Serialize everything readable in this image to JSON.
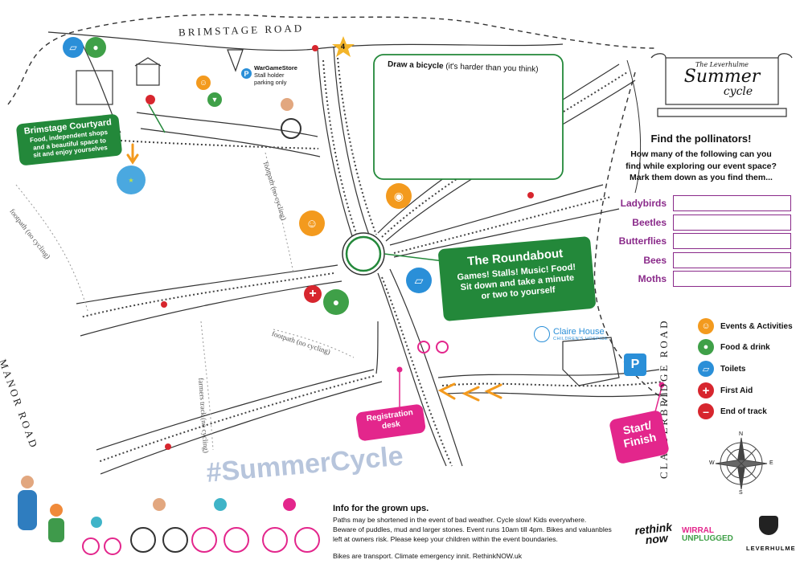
{
  "roads": {
    "brimstage": "BRIMSTAGE ROAD",
    "manor": "MANOR ROAD",
    "clatterbridge": "CLATTERBRIDGE ROAD"
  },
  "paths": {
    "footpath_no_cycling": "footpath (no cycling)",
    "farmers_track": "farmers track (no cycling)"
  },
  "places": {
    "wargamestore": "WarGameStore",
    "stall_parking_line1": "Stall holder",
    "stall_parking_line2": "parking only",
    "claire_house": "Claire House",
    "claire_house_sub": "CHILDREN'S HOSPICE",
    "parking_symbol": "P",
    "star_number": "4"
  },
  "brimstage_courtyard": {
    "title": "Brimstage Courtyard",
    "line1": "Food, independent shops",
    "line2": "and a beautiful space to",
    "line3": "sit and enjoy yourselves"
  },
  "roundabout": {
    "title": "The Roundabout",
    "line1": "Games! Stalls! Music! Food!",
    "line2": "Sit down and take a minute",
    "line3": "or two to yourself"
  },
  "registration": {
    "line1": "Registration",
    "line2": "desk"
  },
  "start_finish": {
    "line1": "Start/",
    "line2": "Finish"
  },
  "draw_box": {
    "title": "Draw a bicycle",
    "hint": "(it's harder than you think)"
  },
  "logo": {
    "pre": "The Leverhulme",
    "title": "Summer",
    "title2": "cycle"
  },
  "pollinators": {
    "title": "Find the pollinators!",
    "line1": "How many of the following can you",
    "line2": "find while exploring  our event space?",
    "line3": "Mark them down as you find them...",
    "items": [
      "Ladybirds",
      "Beetles",
      "Butterflies",
      "Bees",
      "Moths"
    ]
  },
  "legend": {
    "events": "Events & Activities",
    "food": "Food & drink",
    "toilets": "Toilets",
    "first_aid": "First Aid",
    "end_track": "End of track"
  },
  "compass": {
    "n": "N",
    "s": "S",
    "e": "E",
    "w": "W"
  },
  "hashtag": "#SummerCycle",
  "info": {
    "title": "Info for the grown ups.",
    "line1": "Paths may be shortened in the event of bad weather. Cycle slow! Kids everywhere.",
    "line2": "Beware of puddles, mud and larger stones. Event runs 10am till 4pm. Bikes and valuanbles",
    "line3": "left at owners risk. Please keep your children within the event boundaries.",
    "line4": "Bikes are transport. Climate emergency innit. RethinkNOW.uk"
  },
  "sponsors": {
    "rethink1": "rethink",
    "rethink2": "now",
    "wirral1": "WIRRAL",
    "wirral2": "UNPLUGGED",
    "leverhulme": "LEVERHULME"
  },
  "colors": {
    "green": "#23883a",
    "pink": "#e3268c",
    "orange": "#f39a1e",
    "blue": "#2a8fd8",
    "red": "#d7262e",
    "purple": "#8a2a8a",
    "hashtag": "#b7c5dc"
  }
}
